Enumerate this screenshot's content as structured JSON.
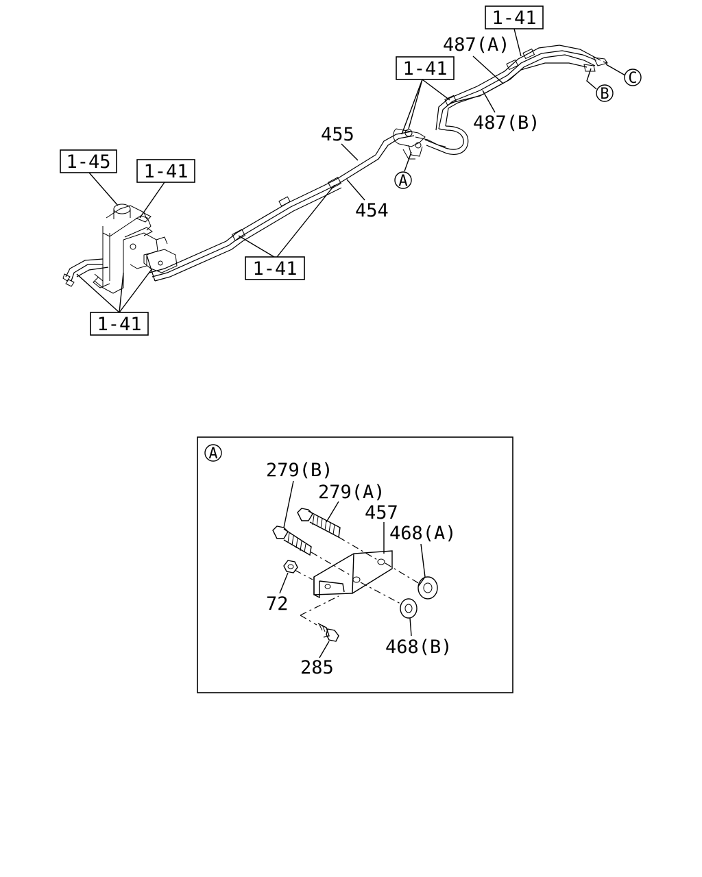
{
  "refs": {
    "r1": "1-41",
    "r2": "1-41",
    "r3": "1-45",
    "r4": "1-41",
    "r5": "1-41",
    "r6": "1-41"
  },
  "main_labels": {
    "p487a": "487(A)",
    "p487b": "487(B)",
    "p455": "455",
    "p454": "454"
  },
  "circles": {
    "a_main": "A",
    "b_main": "B",
    "c_main": "C",
    "a_detail": "A"
  },
  "detail_labels": {
    "p279b": "279(B)",
    "p279a": "279(A)",
    "p457": "457",
    "p468a": "468(A)",
    "p72": "72",
    "p468b": "468(B)",
    "p285": "285"
  }
}
